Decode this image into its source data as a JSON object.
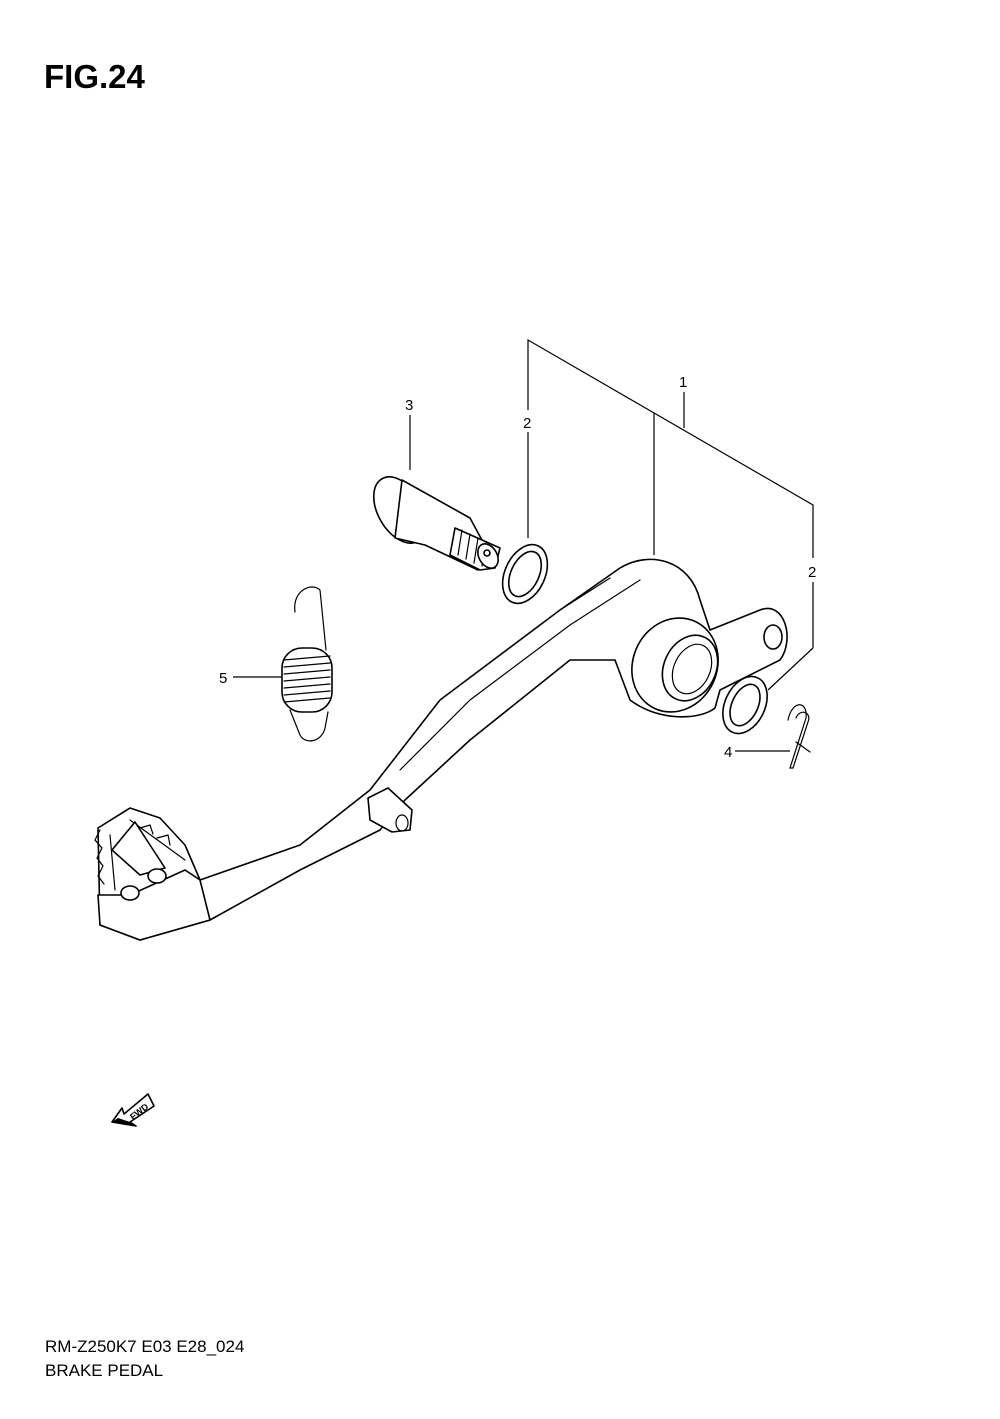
{
  "figure": {
    "title": "FIG.24"
  },
  "callouts": {
    "c1": "1",
    "c2a": "2",
    "c2b": "2",
    "c3": "3",
    "c4": "4",
    "c5": "5"
  },
  "fwd_badge": {
    "label": "FWD"
  },
  "footer": {
    "model_code": "RM-Z250K7 E03 E28_024",
    "caption": "BRAKE PEDAL"
  }
}
